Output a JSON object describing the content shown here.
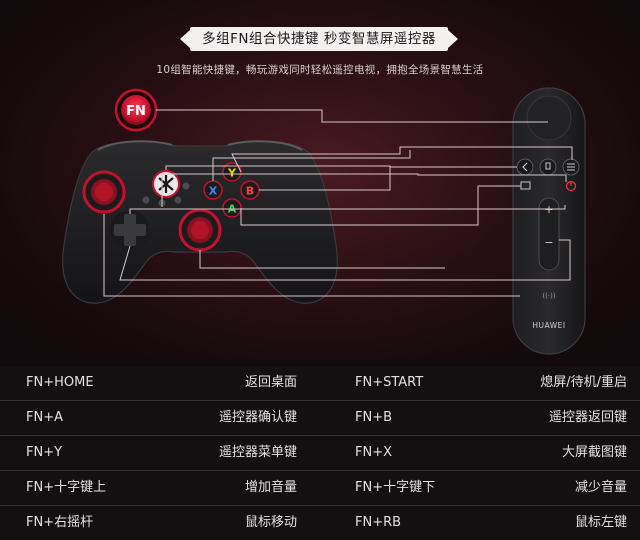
{
  "header": {
    "title": "多组FN组合快捷键 秒变智慧屏遥控器",
    "subtitle": "10组智能快捷键，畅玩游戏同时轻松遥控电视，拥抱全场景智慧生活"
  },
  "controller": {
    "fn_label": "FN",
    "buttons": {
      "y": "Y",
      "x": "X",
      "b": "B",
      "a": "A"
    }
  },
  "remote": {
    "brand": "HUAWEI",
    "plus": "+",
    "minus": "−",
    "nfc": "((·))"
  },
  "colors": {
    "accent": "#c8102e",
    "line": "#d8c8c8",
    "badge_bg": "#f3f0f0"
  },
  "shortcuts": [
    {
      "left_key": "FN+HOME",
      "left_action": "返回桌面",
      "right_key": "FN+START",
      "right_action": "熄屏/待机/重启"
    },
    {
      "left_key": "FN+A",
      "left_action": "遥控器确认键",
      "right_key": "FN+B",
      "right_action": "遥控器返回键"
    },
    {
      "left_key": "FN+Y",
      "left_action": "遥控器菜单键",
      "right_key": "FN+X",
      "right_action": "大屏截图键"
    },
    {
      "left_key": "FN+十字键上",
      "left_action": "增加音量",
      "right_key": "FN+十字键下",
      "right_action": "减少音量"
    },
    {
      "left_key": "FN+右摇杆",
      "left_action": "鼠标移动",
      "right_key": "FN+RB",
      "right_action": "鼠标左键"
    }
  ]
}
